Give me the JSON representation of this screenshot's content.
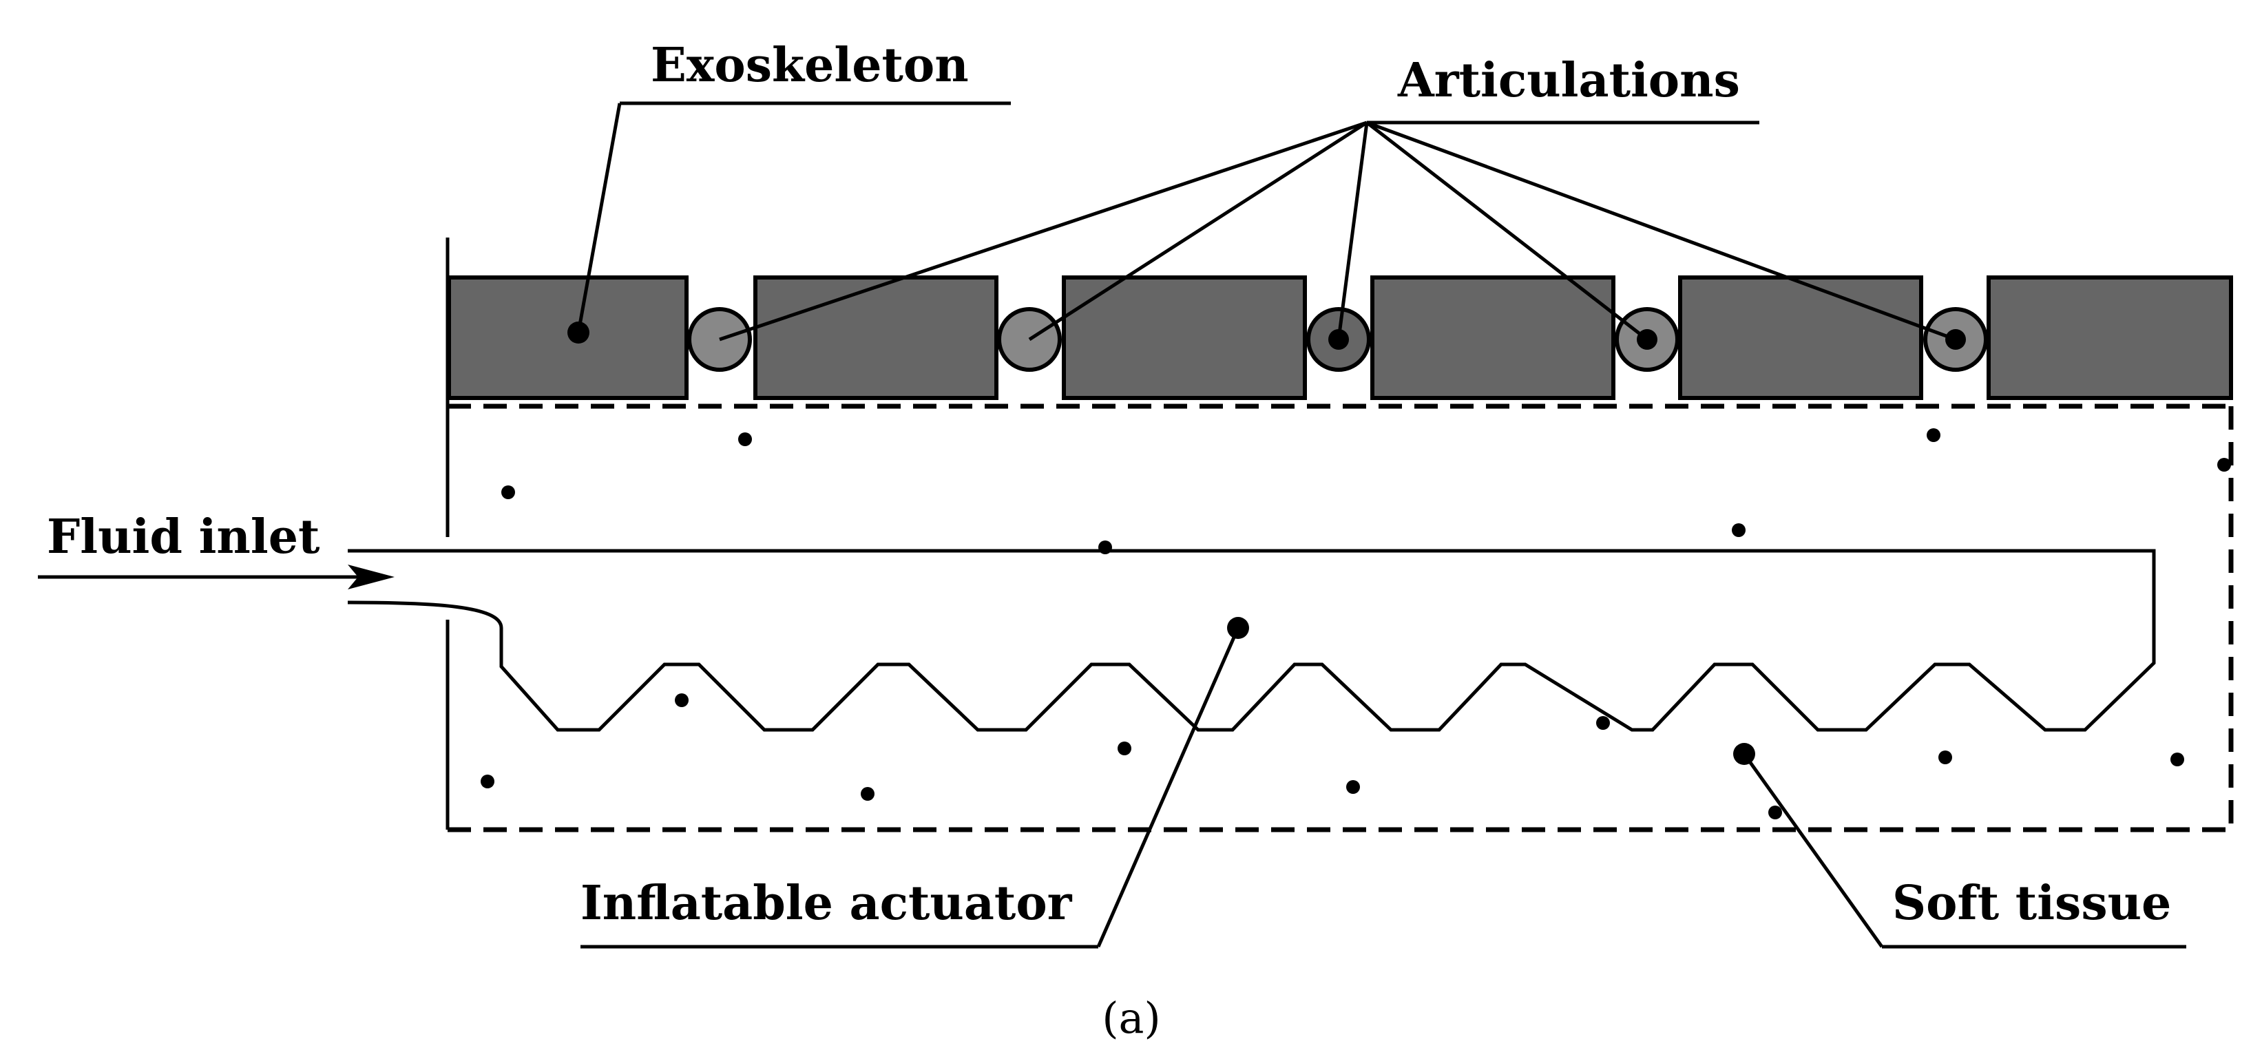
{
  "labels": {
    "exoskeleton": "Exoskeleton",
    "articulations": "Articulations",
    "fluid_inlet": "Fluid inlet",
    "inflatable_actuator": "Inflatable actuator",
    "soft_tissue": "Soft tissue"
  },
  "caption": "(a)",
  "colors": {
    "exoskeleton_block": "#666666",
    "joint_dark": "#666666",
    "joint_light": "#888888",
    "line": "#000000"
  }
}
